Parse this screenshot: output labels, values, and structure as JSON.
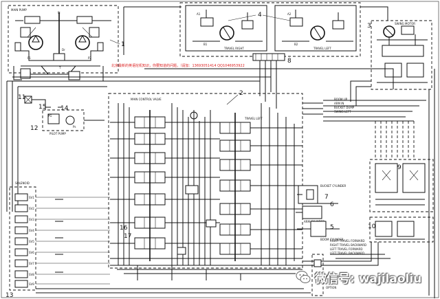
{
  "diagram": {
    "red_notice": "北京最新的英语挖机知识，你要知道的问题，（请加：13693051414 QQ1046953922",
    "callouts": [
      "1",
      "2",
      "3",
      "4",
      "5",
      "6",
      "7",
      "8",
      "9",
      "10",
      "11",
      "12",
      "13",
      "14",
      "15",
      "16",
      "17"
    ],
    "labels": {
      "main_pump": "MAIN PUMP",
      "travel_right": "TRAVEL RIGHT",
      "travel_left": "TRAVEL LEFT",
      "swing_motor": "SWING MOTOR",
      "main_control_valve": "MAIN CONTROL VALVE",
      "travel_left_spool": "TRAVEL LEFT",
      "boom_cyl": "BOOM CYLINDER",
      "arm_cyl": "ARM CYLINDER",
      "bucket_cyl": "BUCKET CYLINDER",
      "solenoid": "SOLENOID",
      "pilot_pump": "PILOT PUMP",
      "option": "OPTION",
      "boom_up": "BOOM UP",
      "arm_in": "ARM IN",
      "bucket_dump": "BUCKET DUMP",
      "swing_left": "SWING LEFT",
      "right_travel_forward": "RIGHT TRAVEL FORWARD",
      "right_travel_backward": "RIGHT TRAVEL BACKWARD",
      "left_travel_forward": "LEFT TRAVEL FORWARD",
      "left_travel_backward": "LEFT TRAVEL BACKWARD"
    },
    "solenoid_list": [
      "SV1",
      "SV2",
      "SV3",
      "SV4",
      "SV5",
      "SV6",
      "SV7",
      "SV8",
      "SV9"
    ],
    "port_labels": [
      "P1",
      "P2",
      "Pi",
      "Dr",
      "T",
      "PG",
      "Ps",
      "A1",
      "B1",
      "A2",
      "B2"
    ]
  },
  "watermark": {
    "text": "微信号: wajilaoliu",
    "icon": "wechat-icon"
  }
}
